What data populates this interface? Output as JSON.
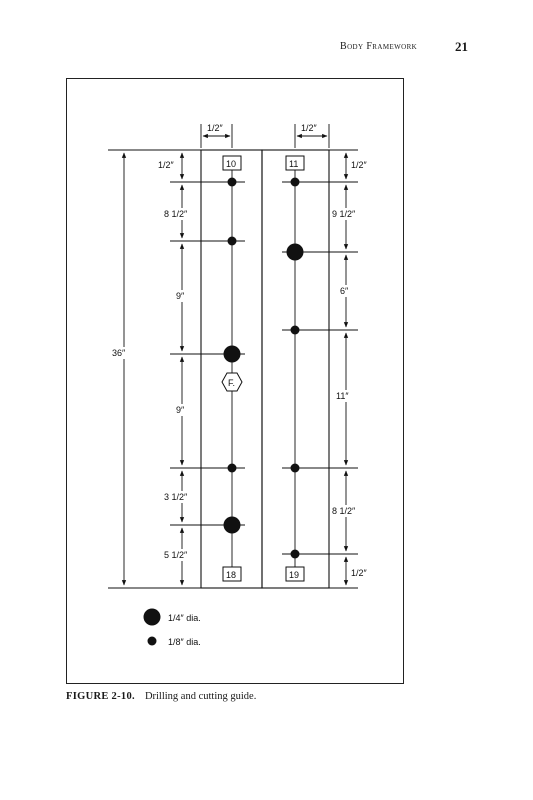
{
  "header": {
    "running_title": "Body Framework",
    "page_number": "21"
  },
  "figure": {
    "width_labels": [
      "1/2″",
      "1/2″"
    ],
    "left_strip": {
      "top_number": "10",
      "bottom_number": "18",
      "marker": "F.",
      "spacings": [
        "1/2″",
        "8 1/2″",
        "9″",
        "9″",
        "3 1/2″",
        "5 1/2″"
      ]
    },
    "right_strip": {
      "top_number": "11",
      "bottom_number": "19",
      "spacings": [
        "1/2″",
        "9 1/2″",
        "6″",
        "11″",
        "8 1/2″",
        "1/2″"
      ]
    },
    "overall_length": "36″",
    "legend": [
      {
        "label": "1/4″ dia."
      },
      {
        "label": "1/8″ dia."
      }
    ]
  },
  "caption": {
    "label": "FIGURE 2-10.",
    "text": "Drilling and cutting guide."
  }
}
